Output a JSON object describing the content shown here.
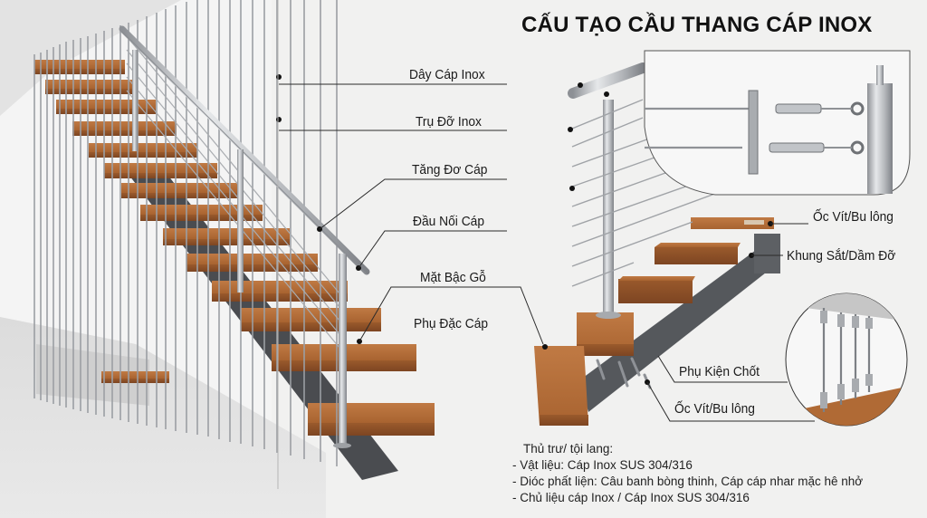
{
  "title": "CẤU TẠO CẦU THANG CÁP INOX",
  "colors": {
    "background": "#f1f1f0",
    "wood": "#b06a35",
    "wood_dark": "#7a4422",
    "steel": "#4f5256",
    "inox": "#b9bcc0",
    "callout_line": "#2a2a2a"
  },
  "left_labels": [
    {
      "id": "day-cap-inox",
      "text": "Dây Cáp Inox"
    },
    {
      "id": "tru-do-inox",
      "text": "Trụ Đỡ Inox"
    },
    {
      "id": "tang-do-cap",
      "text": "Tăng Đơ Cáp"
    },
    {
      "id": "dau-noi-cap",
      "text": "Đầu Nối Cáp"
    },
    {
      "id": "mat-bac-go",
      "text": "Mặt Bậc Gỗ"
    },
    {
      "id": "phu-dac-cap",
      "text": "Phụ Đặc Cáp"
    }
  ],
  "right_labels": [
    {
      "id": "oc-vit-bu-long-top",
      "text": "Ốc Vít/Bu lông"
    },
    {
      "id": "khung-sat-dam-do",
      "text": "Khung Sắt/Dầm Đỡ"
    },
    {
      "id": "phu-kien-chot",
      "text": "Phụ Kiện Chốt"
    },
    {
      "id": "oc-vit-bu-long-bottom",
      "text": "Ốc Vít/Bu lông"
    }
  ],
  "notes": {
    "heading": "Thủ trư/ tội lang:",
    "lines": [
      "- Vật liệu: Cáp Inox SUS 304/316",
      "- Dióc phất liện: Câu banh bòng thinh, Cáp cáp nhar mặc hê nhở",
      "- Chủ liệu cáp Inox / Cáp Inox  SUS 304/316"
    ]
  },
  "insets": [
    {
      "id": "turnbuckle-detail",
      "subject": "cable turnbuckle tensioner attached to inox post"
    },
    {
      "id": "vertical-cable-detail",
      "subject": "vertical cables anchored ceiling to wooden floor"
    }
  ]
}
